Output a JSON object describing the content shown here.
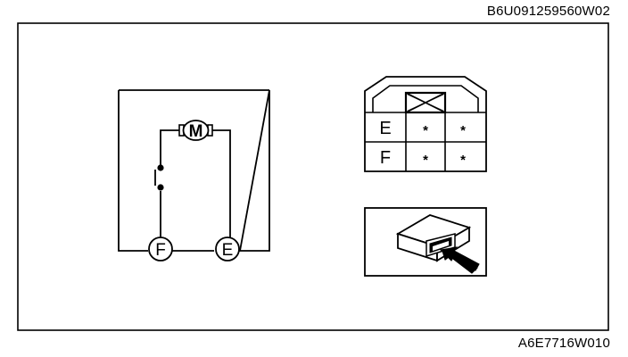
{
  "figure": {
    "code_top": "B6U091259560W02",
    "code_bottom": "A6E7716W010"
  },
  "circuit": {
    "motor_label": "M",
    "terminal_f": "F",
    "terminal_e": "E"
  },
  "connector": {
    "row_e_label": "E",
    "row_f_label": "F",
    "pin_mark": "*"
  }
}
